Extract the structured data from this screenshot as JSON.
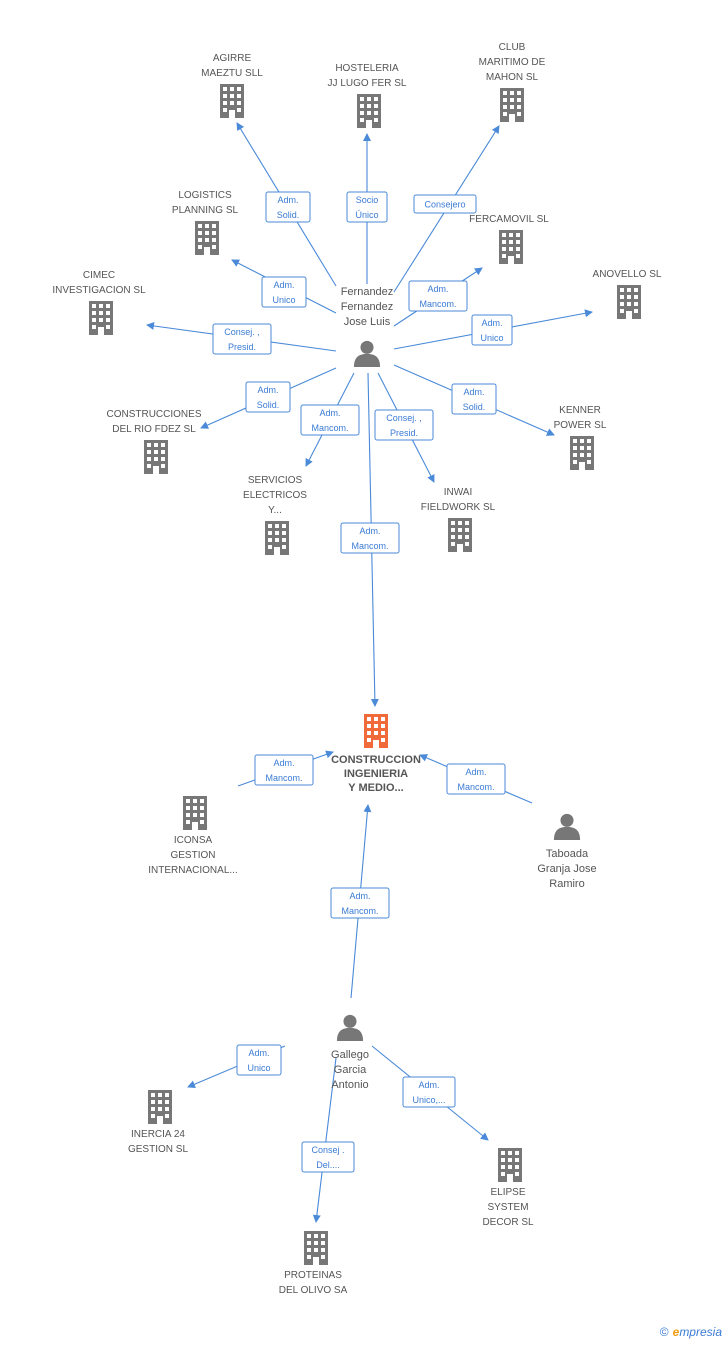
{
  "colors": {
    "accent": "#4a8ad8",
    "center_building": "#f06a3a",
    "building": "#777777",
    "person": "#777777"
  },
  "center_company": {
    "label_lines": [
      "CONSTRUCCION",
      "INGENIERIA",
      "Y MEDIO..."
    ]
  },
  "people": [
    {
      "id": "fernandez",
      "label_lines": [
        "Fernandez",
        "Fernandez",
        "Jose Luis"
      ]
    },
    {
      "id": "taboada",
      "label_lines": [
        "Taboada",
        "Granja Jose",
        "Ramiro"
      ]
    },
    {
      "id": "gallego",
      "label_lines": [
        "Gallego",
        "Garcia",
        "Antonio"
      ]
    }
  ],
  "companies": [
    {
      "id": "agirre",
      "label_lines": [
        "AGIRRE",
        "MAEZTU SLL"
      ]
    },
    {
      "id": "hosteleria",
      "label_lines": [
        "HOSTELERIA",
        "JJ LUGO FER SL"
      ]
    },
    {
      "id": "club",
      "label_lines": [
        "CLUB",
        "MARITIMO DE",
        "MAHON SL"
      ]
    },
    {
      "id": "logistics",
      "label_lines": [
        "LOGISTICS",
        "PLANNING SL"
      ]
    },
    {
      "id": "fercamovil",
      "label_lines": [
        "FERCAMOVIL  SL"
      ]
    },
    {
      "id": "cimec",
      "label_lines": [
        "CIMEC",
        "INVESTIGACION SL"
      ]
    },
    {
      "id": "anovello",
      "label_lines": [
        "ANOVELLO SL"
      ]
    },
    {
      "id": "construcciones",
      "label_lines": [
        "CONSTRUCCIONES",
        "DEL RIO FDEZ SL"
      ]
    },
    {
      "id": "kenner",
      "label_lines": [
        "KENNER",
        "POWER SL"
      ]
    },
    {
      "id": "servicios",
      "label_lines": [
        "SERVICIOS",
        "ELECTRICOS",
        "Y..."
      ]
    },
    {
      "id": "inwai",
      "label_lines": [
        "INWAI",
        "FIELDWORK SL"
      ]
    },
    {
      "id": "iconsa",
      "label_lines": [
        "ICONSA",
        "GESTION",
        "INTERNACIONAL..."
      ]
    },
    {
      "id": "inercia",
      "label_lines": [
        "INERCIA 24",
        "GESTION  SL"
      ]
    },
    {
      "id": "elipse",
      "label_lines": [
        "ELIPSE",
        "SYSTEM",
        "DECOR  SL"
      ]
    },
    {
      "id": "proteinas",
      "label_lines": [
        "PROTEINAS",
        "DEL OLIVO SA"
      ]
    }
  ],
  "relations": [
    {
      "from": "fernandez",
      "to": "agirre",
      "label_lines": [
        "Adm.",
        "Solid."
      ]
    },
    {
      "from": "fernandez",
      "to": "hosteleria",
      "label_lines": [
        "Socio",
        "Único"
      ]
    },
    {
      "from": "fernandez",
      "to": "club",
      "label_lines": [
        "Consejero"
      ]
    },
    {
      "from": "fernandez",
      "to": "logistics",
      "label_lines": [
        "Adm.",
        "Unico"
      ]
    },
    {
      "from": "fernandez",
      "to": "fercamovil",
      "label_lines": [
        "Adm.",
        "Mancom."
      ]
    },
    {
      "from": "fernandez",
      "to": "cimec",
      "label_lines": [
        "Consej. ,",
        "Presid."
      ]
    },
    {
      "from": "fernandez",
      "to": "anovello",
      "label_lines": [
        "Adm.",
        "Unico"
      ]
    },
    {
      "from": "fernandez",
      "to": "construcciones",
      "label_lines": [
        "Adm.",
        "Solid."
      ]
    },
    {
      "from": "fernandez",
      "to": "kenner",
      "label_lines": [
        "Adm.",
        "Solid."
      ]
    },
    {
      "from": "fernandez",
      "to": "servicios",
      "label_lines": [
        "Adm.",
        "Mancom."
      ]
    },
    {
      "from": "fernandez",
      "to": "inwai",
      "label_lines": [
        "Consej. ,",
        "Presid."
      ]
    },
    {
      "from": "fernandez",
      "to": "center",
      "label_lines": [
        "Adm.",
        "Mancom."
      ]
    },
    {
      "from": "iconsa",
      "to": "center",
      "label_lines": [
        "Adm.",
        "Mancom."
      ]
    },
    {
      "from": "taboada",
      "to": "center",
      "label_lines": [
        "Adm.",
        "Mancom."
      ]
    },
    {
      "from": "gallego",
      "to": "center",
      "label_lines": [
        "Adm.",
        "Mancom."
      ]
    },
    {
      "from": "gallego",
      "to": "inercia",
      "label_lines": [
        "Adm.",
        "Unico"
      ]
    },
    {
      "from": "gallego",
      "to": "elipse",
      "label_lines": [
        "Adm.",
        "Unico,..."
      ]
    },
    {
      "from": "gallego",
      "to": "proteinas",
      "label_lines": [
        "Consej .",
        "Del...."
      ]
    }
  ],
  "footer": {
    "copyright_symbol": "©",
    "brand_initial": "e",
    "brand_rest": "mpresia"
  }
}
